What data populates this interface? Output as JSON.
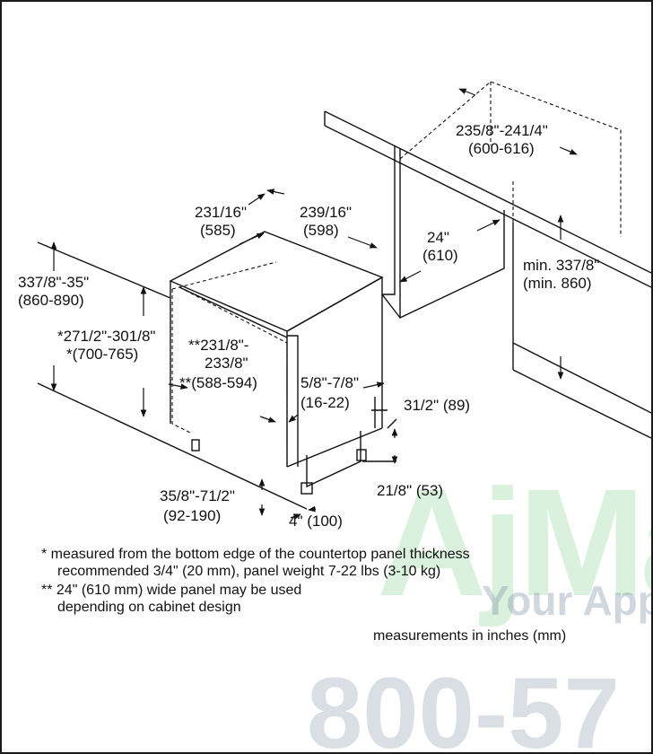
{
  "dims": {
    "w_top1": "231/16\"",
    "w_top1_mm": "(585)",
    "w_top2": "239/16\"",
    "w_top2_mm": "(598)",
    "cab_depth": "235/8\"-241/4\"",
    "cab_depth_mm": "(600-616)",
    "depth24": "24\"",
    "depth24_mm": "(610)",
    "min_h": "min. 337/8\"",
    "min_h_mm": "(min. 860)",
    "h_total": "337/8\"-35\"",
    "h_total_mm": "(860-890)",
    "h_panel": "*271/2\"-301/8\"",
    "h_panel_mm": "*(700-765)",
    "panel_w_1": "**231/8\"-",
    "panel_w_2": "233/8\"",
    "panel_w_mm": "**(588-594)",
    "gap": "5/8\"-7/8\"",
    "gap_mm": "(16-22)",
    "toe1": "31/2\" (89)",
    "foot": "35/8\"-71/2\"",
    "foot_mm": "(92-190)",
    "toe2": "21/8\" (53)",
    "four": "4\" (100)"
  },
  "notes": {
    "star1_a": "*  measured from the bottom edge of the countertop panel thickness",
    "star1_b": "recommended  3/4\" (20 mm), panel weight 7-22 lbs (3-10 kg)",
    "star2_a": "** 24\" (610 mm) wide panel may be used",
    "star2_b": "depending on cabinet design",
    "units": "measurements in inches (mm)"
  },
  "watermark": {
    "brand": "AjMa",
    "tagline": "Your App",
    "phone": "800-57"
  }
}
